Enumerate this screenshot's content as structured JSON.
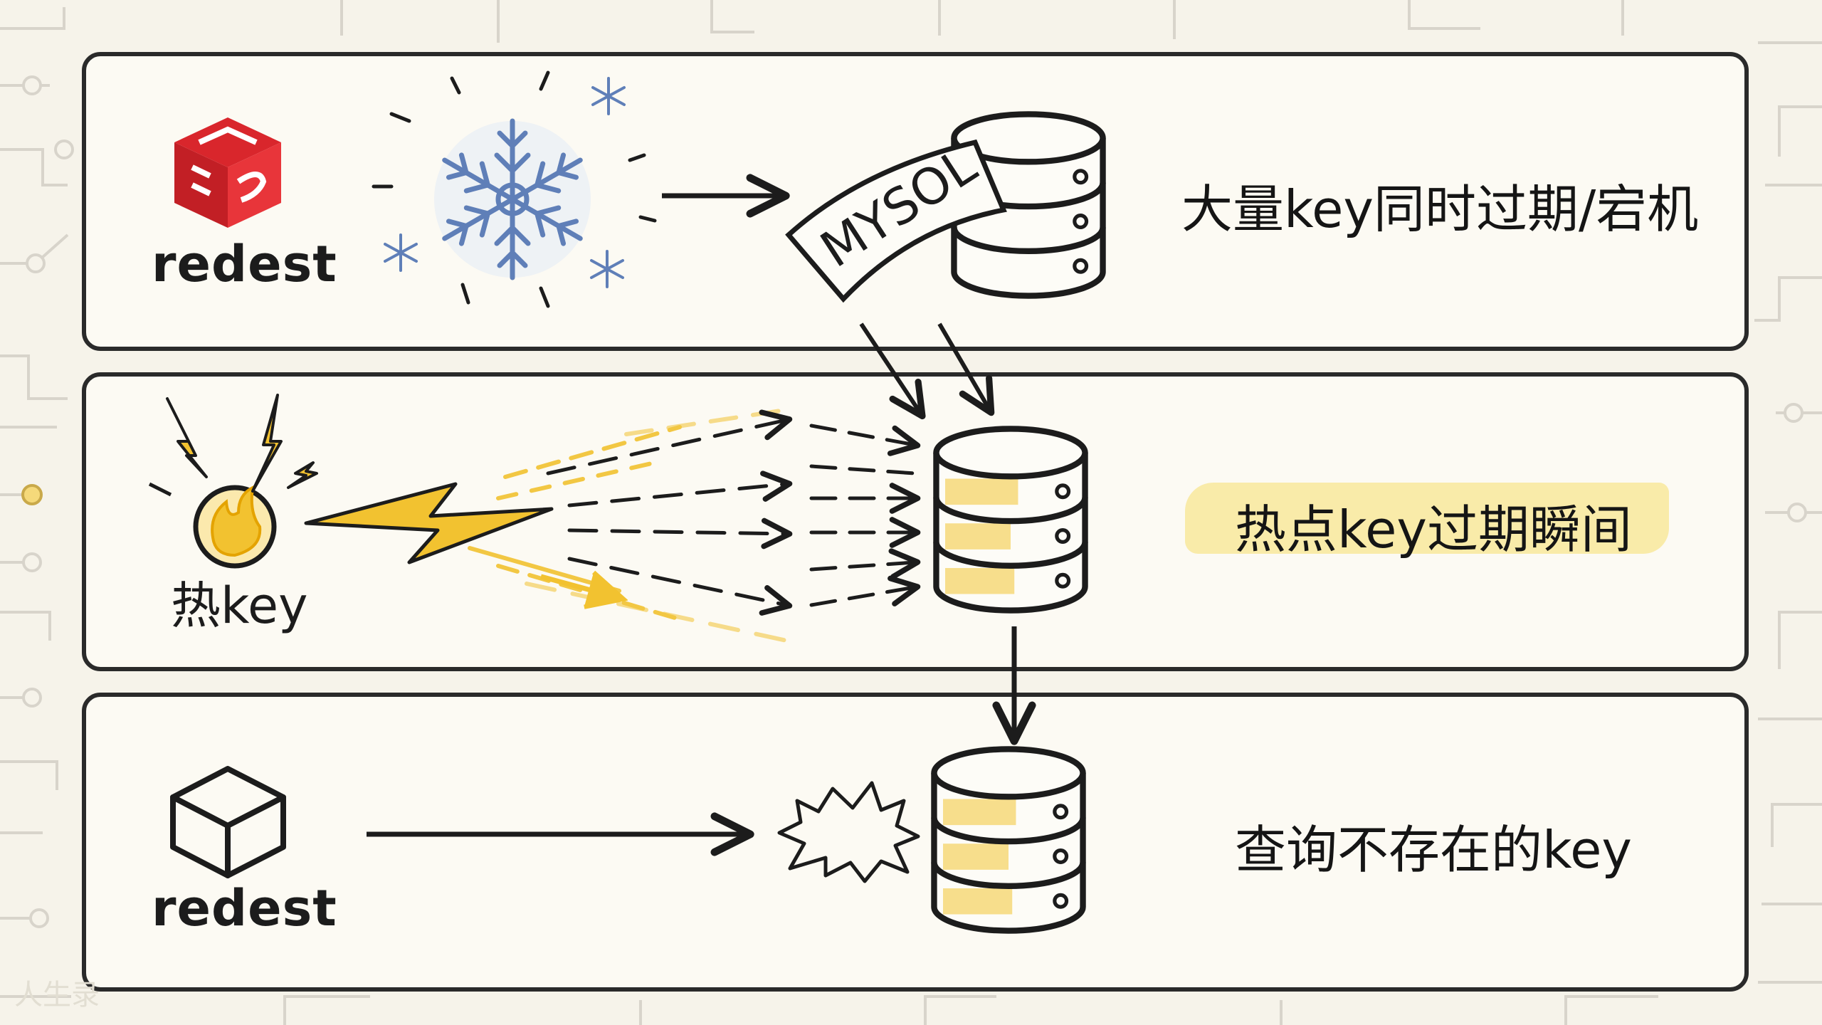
{
  "rows": [
    {
      "logo": {
        "text": "redest",
        "icon": "redis-logo-icon",
        "color": "#d9262c"
      },
      "source_icon": "snowflake-icon",
      "db_label": "MYSOL",
      "caption": "大量key同时过期/宕机"
    },
    {
      "logo": {
        "text": "热key",
        "icon": "fire-icon",
        "color": "#f2c230"
      },
      "source_icon": "lightning-icon",
      "caption": "热点key过期瞬间"
    },
    {
      "logo": {
        "text": "redest",
        "icon": "cube-icon",
        "color": "#1a1a1a"
      },
      "source_icon": "burst-icon",
      "caption": "查询不存在的key"
    }
  ],
  "colors": {
    "ink": "#1c1c1c",
    "accent_yellow": "#f2c230",
    "highlight": "#f8e79b",
    "snow": "#6f8fc4"
  },
  "watermark": "人生录"
}
